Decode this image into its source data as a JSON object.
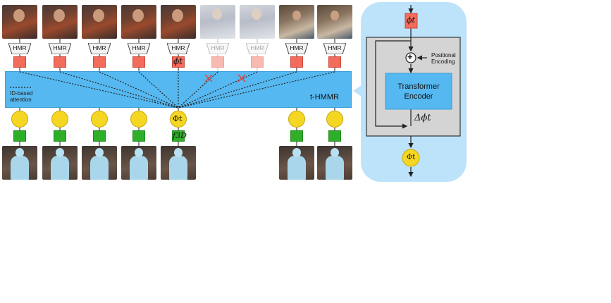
{
  "labels": {
    "hmr": "HMR",
    "phi_t": "ϕt",
    "Phi_t": "Φt",
    "f3d": "f3D",
    "thmmr": "t-HMMR",
    "legend_line1": "ID-based",
    "legend_line2": "attention",
    "positional_line1": "Positional",
    "positional_line2": "Encoding",
    "transformer_line1": "Transformer",
    "transformer_line2": "Encoder",
    "delta_phi": "Δϕt",
    "plus": "+"
  },
  "colors": {
    "token_red": "#f26b5b",
    "token_yellow": "#f5d622",
    "token_green": "#2fae2a",
    "band_blue": "#56b8f0",
    "panel_blue": "#bde3fb",
    "encoder_blue": "#56b8f0"
  },
  "icons": [
    "cross-mark-icon",
    "plus-circle-icon",
    "arrow-icon"
  ]
}
